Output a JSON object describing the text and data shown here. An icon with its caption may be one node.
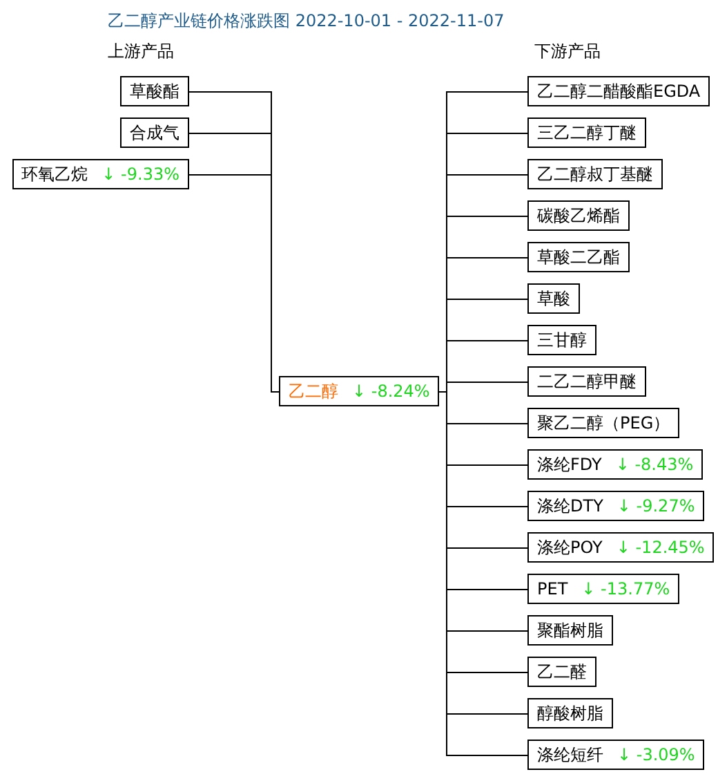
{
  "diagram": {
    "title": "乙二醇产业链价格涨跌图 2022-10-01 - 2022-11-07",
    "nodes": [
      {
        "text": [
          "草酸酯"
        ]
      },
      {
        "text": [
          "合成气"
        ]
      },
      {
        "text": [
          "环氧乙烷",
          "↓ -9.33%"
        ]
      },
      {
        "text": [
          "乙二醇",
          "↓ -8.24%"
        ]
      },
      {
        "text": [
          "乙二醇二醋酸酯EGDA"
        ]
      },
      {
        "text": [
          "三乙二醇丁醚"
        ]
      },
      {
        "text": [
          "乙二醇叔丁基醚"
        ]
      },
      {
        "text": [
          "碳酸乙烯酯"
        ]
      },
      {
        "text": [
          "草酸二乙酯"
        ]
      },
      {
        "text": [
          "草酸"
        ]
      },
      {
        "text": [
          "三甘醇"
        ]
      },
      {
        "text": [
          "二乙二醇甲醚"
        ]
      },
      {
        "text": [
          "聚乙二醇（PEG）"
        ]
      },
      {
        "text": [
          "涤纶FDY",
          "↓ -8.43%"
        ]
      },
      {
        "text": [
          "涤纶DTY",
          "↓ -9.27%"
        ]
      },
      {
        "text": [
          "涤纶POY",
          "↓ -12.45%"
        ]
      },
      {
        "text": [
          "PET",
          "↓ -13.77%"
        ]
      },
      {
        "text": [
          "聚酯树脂"
        ]
      },
      {
        "text": [
          "乙二醛"
        ]
      },
      {
        "text": [
          "醇酸树脂"
        ]
      },
      {
        "text": [
          "涤纶短纤",
          "↓ -3.09%"
        ]
      }
    ],
    "edges": [
      {
        "from": 0,
        "to": 3,
        "arrow": "none"
      },
      {
        "from": 1,
        "to": 3,
        "arrow": "none"
      },
      {
        "from": 2,
        "to": 3,
        "arrow": "none"
      },
      {
        "from": 3,
        "to": 4,
        "arrow": "none"
      },
      {
        "from": 3,
        "to": 5,
        "arrow": "none"
      },
      {
        "from": 3,
        "to": 6,
        "arrow": "none"
      },
      {
        "from": 3,
        "to": 7,
        "arrow": "none"
      },
      {
        "from": 3,
        "to": 8,
        "arrow": "none"
      },
      {
        "from": 3,
        "to": 9,
        "arrow": "none"
      },
      {
        "from": 3,
        "to": 10,
        "arrow": "none"
      },
      {
        "from": 3,
        "to": 11,
        "arrow": "none"
      },
      {
        "from": 3,
        "to": 12,
        "arrow": "none"
      },
      {
        "from": 3,
        "to": 13,
        "arrow": "none"
      },
      {
        "from": 3,
        "to": 14,
        "arrow": "none"
      },
      {
        "from": 3,
        "to": 15,
        "arrow": "none"
      },
      {
        "from": 3,
        "to": 16,
        "arrow": "none"
      },
      {
        "from": 3,
        "to": 17,
        "arrow": "none"
      },
      {
        "from": 3,
        "to": 18,
        "arrow": "none"
      },
      {
        "from": 3,
        "to": 19,
        "arrow": "none"
      },
      {
        "from": 3,
        "to": 20,
        "arrow": "none"
      }
    ],
    "labels": [
      "上游产品",
      "下游产品"
    ]
  }
}
